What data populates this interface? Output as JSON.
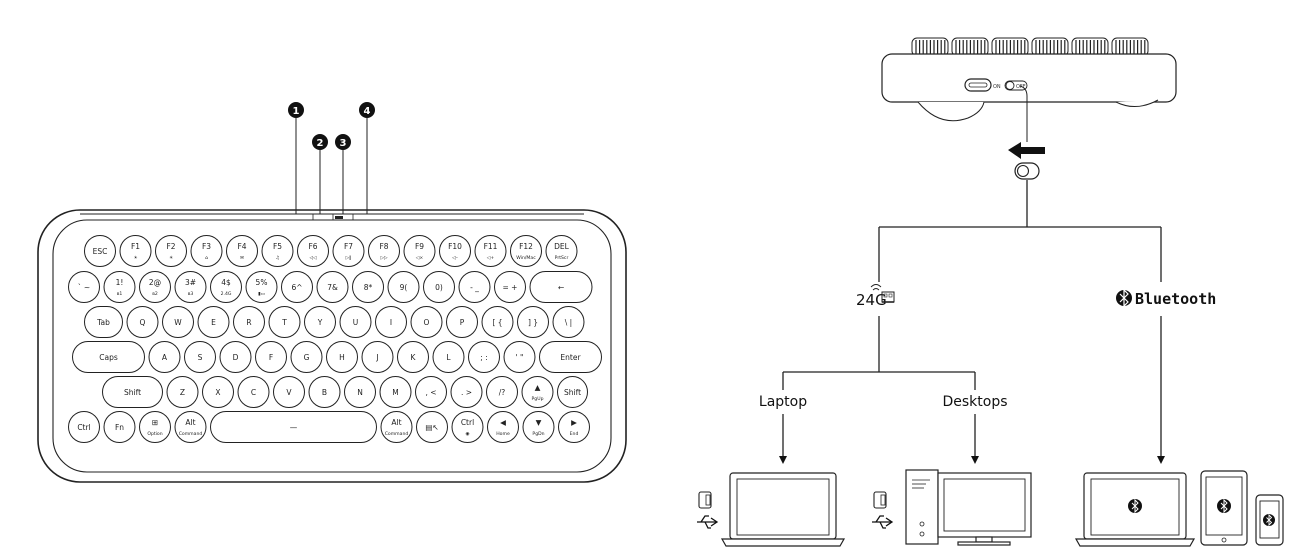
{
  "callouts": [
    "1",
    "2",
    "3",
    "4"
  ],
  "keyboard": {
    "rows": [
      [
        {
          "t": "ESC"
        },
        {
          "t": "F1",
          "s": "☀"
        },
        {
          "t": "F2",
          "s": "☀"
        },
        {
          "t": "F3",
          "s": "⌂"
        },
        {
          "t": "F4",
          "s": "✉"
        },
        {
          "t": "F5",
          "s": "♫"
        },
        {
          "t": "F6",
          "s": "◁◁"
        },
        {
          "t": "F7",
          "s": "▷‖"
        },
        {
          "t": "F8",
          "s": "▷▷"
        },
        {
          "t": "F9",
          "s": "◁×"
        },
        {
          "t": "F10",
          "s": "◁–"
        },
        {
          "t": "F11",
          "s": "◁+"
        },
        {
          "t": "F12",
          "s": "Win/Mac"
        },
        {
          "t": "DEL",
          "s": "PrtScr"
        }
      ],
      [
        {
          "t": "` ~"
        },
        {
          "t": "1!",
          "s": "ʙ1"
        },
        {
          "t": "2@",
          "s": "ʙ2"
        },
        {
          "t": "3#",
          "s": "ʙ3"
        },
        {
          "t": "4$",
          "s": "2.4G"
        },
        {
          "t": "5%",
          "s": "▮▭"
        },
        {
          "t": "6^"
        },
        {
          "t": "7&"
        },
        {
          "t": "8*"
        },
        {
          "t": "9("
        },
        {
          "t": "0)"
        },
        {
          "t": "- _"
        },
        {
          "t": "= +"
        },
        {
          "t": "←"
        }
      ],
      [
        {
          "t": "Tab"
        },
        {
          "t": "Q"
        },
        {
          "t": "W"
        },
        {
          "t": "E"
        },
        {
          "t": "R"
        },
        {
          "t": "T"
        },
        {
          "t": "Y"
        },
        {
          "t": "U"
        },
        {
          "t": "I"
        },
        {
          "t": "O"
        },
        {
          "t": "P"
        },
        {
          "t": "[ {"
        },
        {
          "t": "] }"
        },
        {
          "t": "\\ |"
        }
      ],
      [
        {
          "t": "Caps"
        },
        {
          "t": "A"
        },
        {
          "t": "S"
        },
        {
          "t": "D"
        },
        {
          "t": "F"
        },
        {
          "t": "G"
        },
        {
          "t": "H"
        },
        {
          "t": "J"
        },
        {
          "t": "K"
        },
        {
          "t": "L"
        },
        {
          "t": "; :"
        },
        {
          "t": "' \""
        },
        {
          "t": "Enter"
        }
      ],
      [
        {
          "t": "Shift"
        },
        {
          "t": "Z"
        },
        {
          "t": "X"
        },
        {
          "t": "C"
        },
        {
          "t": "V"
        },
        {
          "t": "B"
        },
        {
          "t": "N"
        },
        {
          "t": "M"
        },
        {
          "t": ", <"
        },
        {
          "t": ". >"
        },
        {
          "t": "/?"
        },
        {
          "t": "▲",
          "s": "PgUp"
        },
        {
          "t": "Shift"
        }
      ],
      [
        {
          "t": "Ctrl"
        },
        {
          "t": "Fn"
        },
        {
          "t": "⊞",
          "s": "Option"
        },
        {
          "t": "Alt",
          "s": "Command"
        },
        {
          "t": "—"
        },
        {
          "t": "Alt",
          "s": "Command"
        },
        {
          "t": "▤↖"
        },
        {
          "t": "Ctrl",
          "s": "◉"
        },
        {
          "t": "◀",
          "s": "Home"
        },
        {
          "t": "▼",
          "s": "PgDn"
        },
        {
          "t": "▶",
          "s": "End"
        }
      ]
    ]
  },
  "switch": {
    "on_label": "ON",
    "off_label": "OFF"
  },
  "modes": {
    "rf_label": "24G",
    "bt_label": "Bluetooth"
  },
  "devices": {
    "laptop_label": "Laptop",
    "desktop_label": "Desktops"
  }
}
